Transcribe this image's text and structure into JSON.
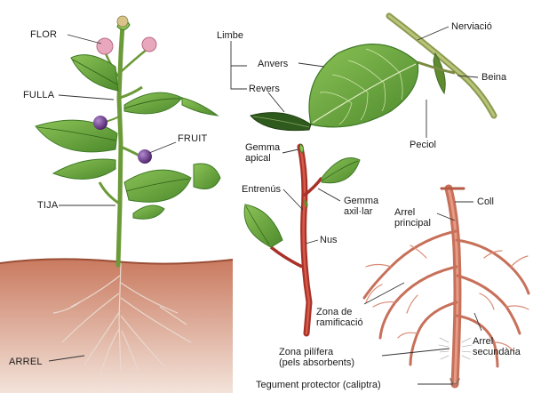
{
  "labels": {
    "flor": "FLOR",
    "fulla": "FULLA",
    "fruit": "FRUIT",
    "tija": "TIJA",
    "arrel": "ARREL",
    "limbe": "Limbe",
    "anvers": "Anvers",
    "revers": "Revers",
    "nerviacio": "Nerviació",
    "beina": "Beina",
    "peciol": "Peciol",
    "gemma_apical": [
      "Gemma",
      "apical"
    ],
    "entrenus": "Entrenús",
    "gemma_axil_lar": [
      "Gemma",
      "axil·lar"
    ],
    "nus": "Nus",
    "coll": "Coll",
    "arrel_principal": [
      "Arrel",
      "principal"
    ],
    "zona_ramificacio": [
      "Zona de",
      "ramificació"
    ],
    "zona_pilifera": [
      "Zona pilífera",
      "(pels absorbents)"
    ],
    "arrel_secundaria": [
      "Arrel",
      "secundària"
    ],
    "tegument": "Tegument protector (caliptra)"
  },
  "colors": {
    "leaf": "#6fa83f",
    "leaf_dark": "#3f7a26",
    "flower": "#e8a7bd",
    "fruit": "#6b3a8c",
    "soil": "#b86a4e",
    "root_pink": "#c7705a",
    "stem_red": "#b43a2a",
    "line": "#333333"
  }
}
